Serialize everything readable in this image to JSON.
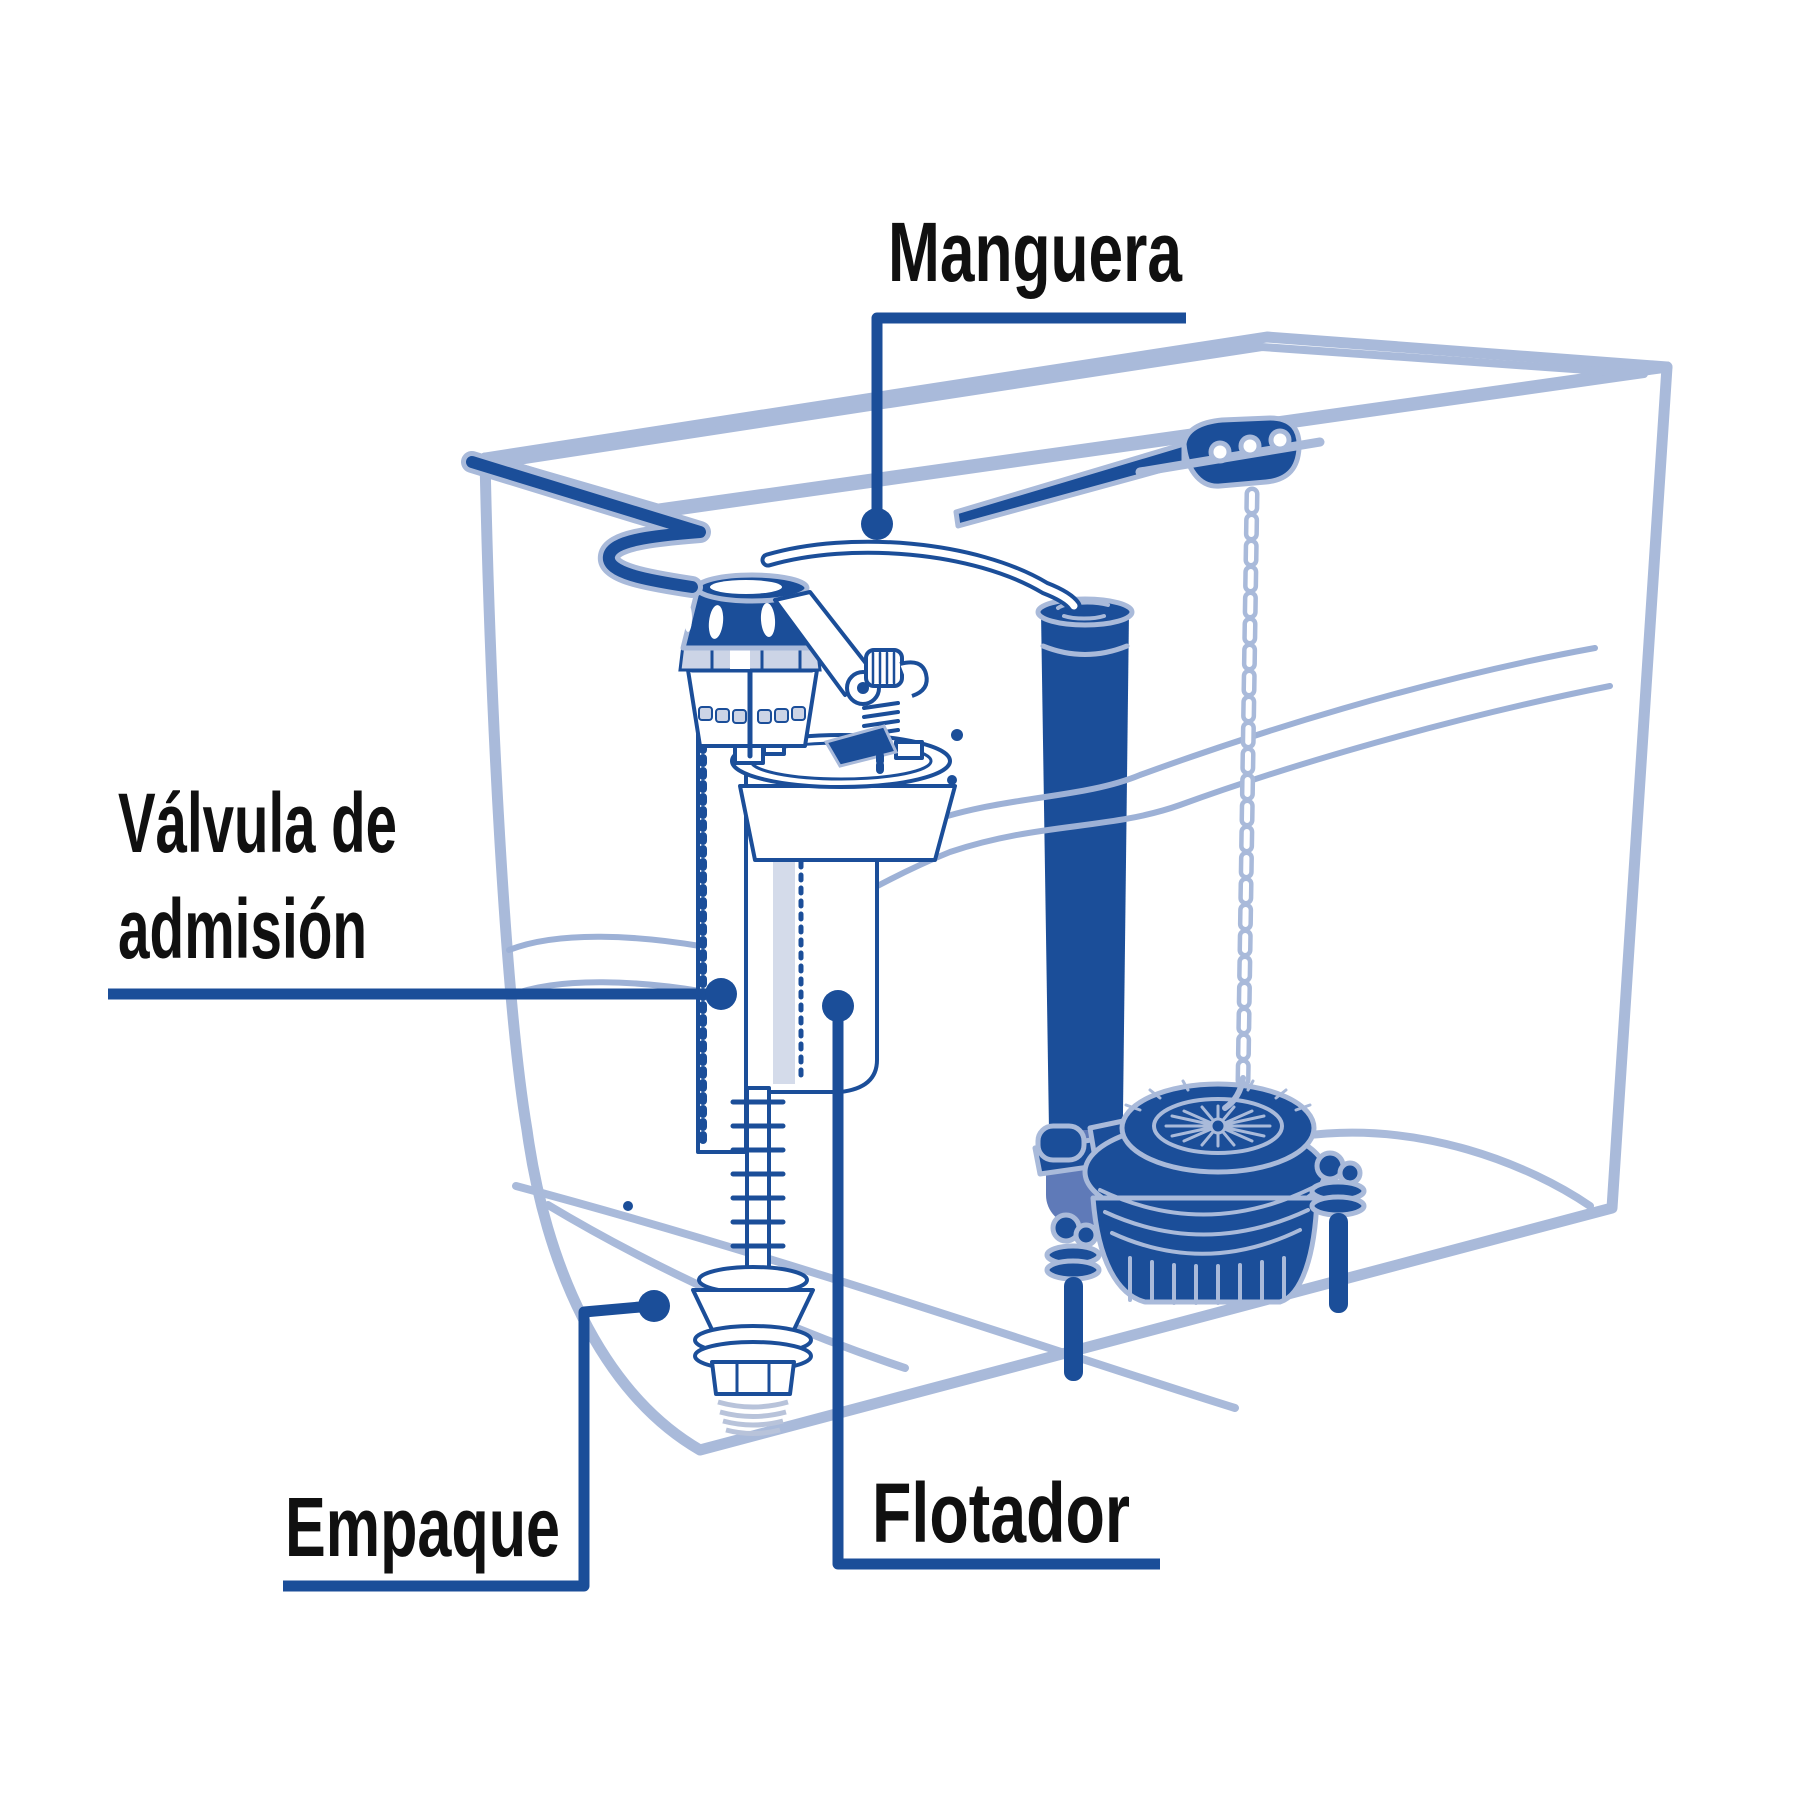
{
  "labels": {
    "manguera": {
      "text": "Manguera"
    },
    "valvula": {
      "line1": "Válvula de",
      "line2": "admisión"
    },
    "empaque": {
      "text": "Empaque"
    },
    "flotador": {
      "text": "Flotador"
    }
  },
  "colors": {
    "navy": "#1b4e99",
    "light_blue": "#a9bada",
    "water_line": "#9db1d6",
    "collar": "#ccd4e6",
    "shade": "#d4dbea",
    "tube_base": "#5f7ab8",
    "fade_thread": "#b8c3da",
    "text": "#101010",
    "background": "#ffffff"
  }
}
